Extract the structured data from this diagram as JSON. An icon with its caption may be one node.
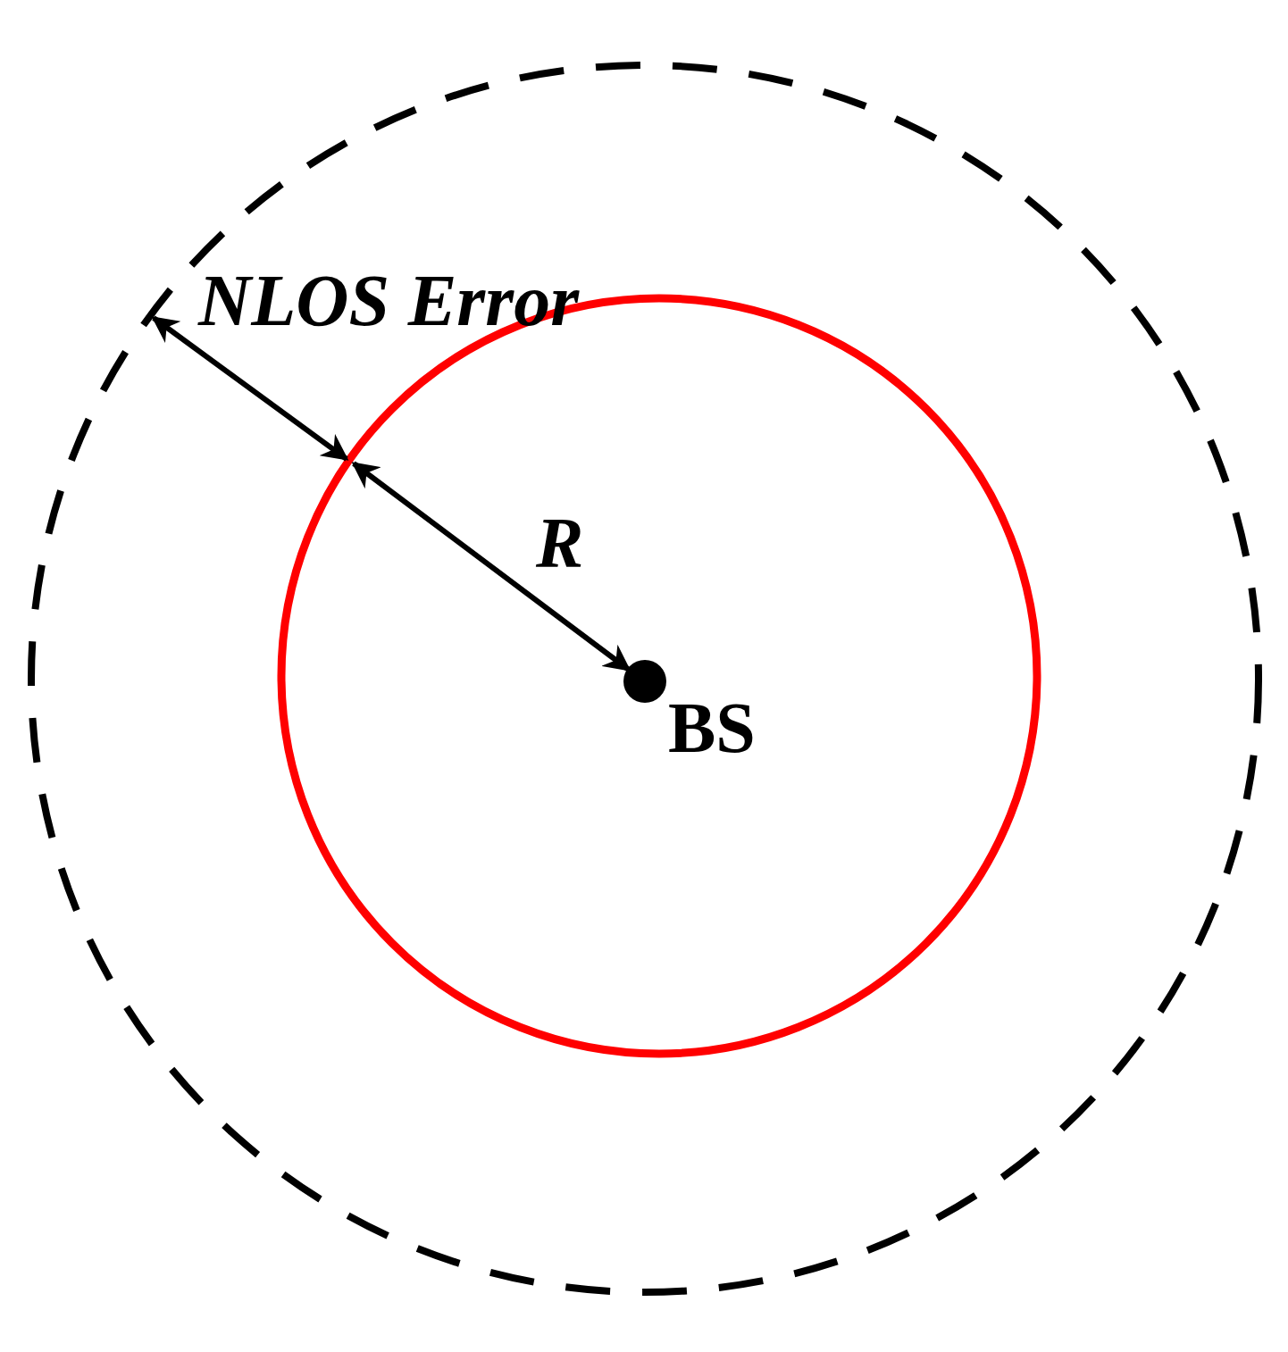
{
  "diagram": {
    "nodes": [
      {
        "text": [],
        "shape": "circle",
        "beside": [
          "BS"
        ]
      }
    ],
    "labels": [
      "NLOS Error",
      "R"
    ]
  }
}
